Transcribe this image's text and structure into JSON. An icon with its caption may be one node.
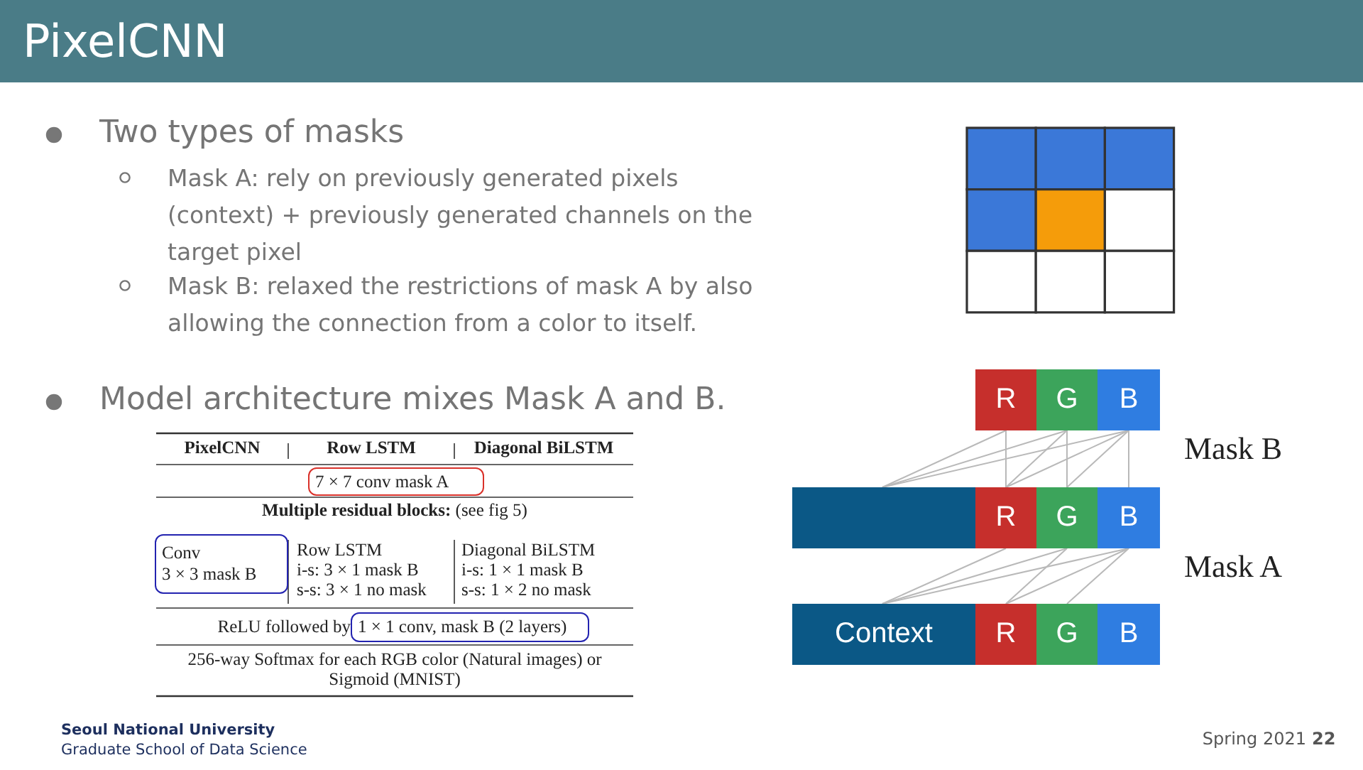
{
  "diagram": {
    "title": "PixelCNN",
    "nodes": [
      {
        "text": [
          "R"
        ]
      },
      {
        "text": [
          "G"
        ]
      },
      {
        "text": [
          "B"
        ]
      },
      {
        "text": [],
        "shape": "bar"
      },
      {
        "text": [
          "R"
        ]
      },
      {
        "text": [
          "G"
        ]
      },
      {
        "text": [
          "B"
        ]
      },
      {
        "text": [
          "Context"
        ]
      },
      {
        "text": [
          "R"
        ]
      },
      {
        "text": [
          "G"
        ]
      },
      {
        "text": [
          "B"
        ]
      },
      {
        "text": [
          "7 × 7 conv mask A"
        ]
      },
      {
        "text": [
          "Conv",
          "3 × 3 mask B"
        ]
      },
      {
        "text": [
          "1 × 1 conv, mask B (2 layers)"
        ]
      }
    ],
    "edges": [
      {
        "from": 3,
        "to": 0,
        "arrow": "none"
      },
      {
        "from": 4,
        "to": 0,
        "arrow": "none"
      },
      {
        "from": 3,
        "to": 1,
        "arrow": "none"
      },
      {
        "from": 4,
        "to": 1,
        "arrow": "none"
      },
      {
        "from": 5,
        "to": 1,
        "arrow": "none"
      },
      {
        "from": 3,
        "to": 2,
        "arrow": "none"
      },
      {
        "from": 4,
        "to": 2,
        "arrow": "none"
      },
      {
        "from": 5,
        "to": 2,
        "arrow": "none"
      },
      {
        "from": 6,
        "to": 2,
        "arrow": "none"
      },
      {
        "from": 7,
        "to": 4,
        "arrow": "none"
      },
      {
        "from": 7,
        "to": 5,
        "arrow": "none"
      },
      {
        "from": 8,
        "to": 5,
        "arrow": "none"
      },
      {
        "from": 7,
        "to": 6,
        "arrow": "none"
      },
      {
        "from": 8,
        "to": 6,
        "arrow": "none"
      },
      {
        "from": 9,
        "to": 6,
        "arrow": "none"
      }
    ],
    "labels": [
      "Two types of masks",
      "Mask A: rely on previously generated pixels (context) + previously generated channels on the target pixel",
      "Mask B: relaxed the restrictions of mask A by also allowing the connection from a color to itself.",
      "Model architecture mixes Mask A and B.",
      "PixelCNN",
      "Row LSTM",
      "Diagonal BiLSTM",
      "**Multiple residual blocks:** (see fig 5)",
      "Row LSTM",
      "i-s: 3 × 1 mask B",
      "s-s: 3 × 1 no mask",
      "Diagonal BiLSTM",
      "i-s: 1 × 1 mask B",
      "s-s: 1 × 2 no mask",
      "ReLU followed by",
      "256-way Softmax for each RGB color (Natural images) or Sigmoid (MNIST)",
      "Mask B",
      "Mask A",
      "Seoul National University",
      "Graduate School of Data Science",
      "Spring 2021",
      "22"
    ]
  }
}
